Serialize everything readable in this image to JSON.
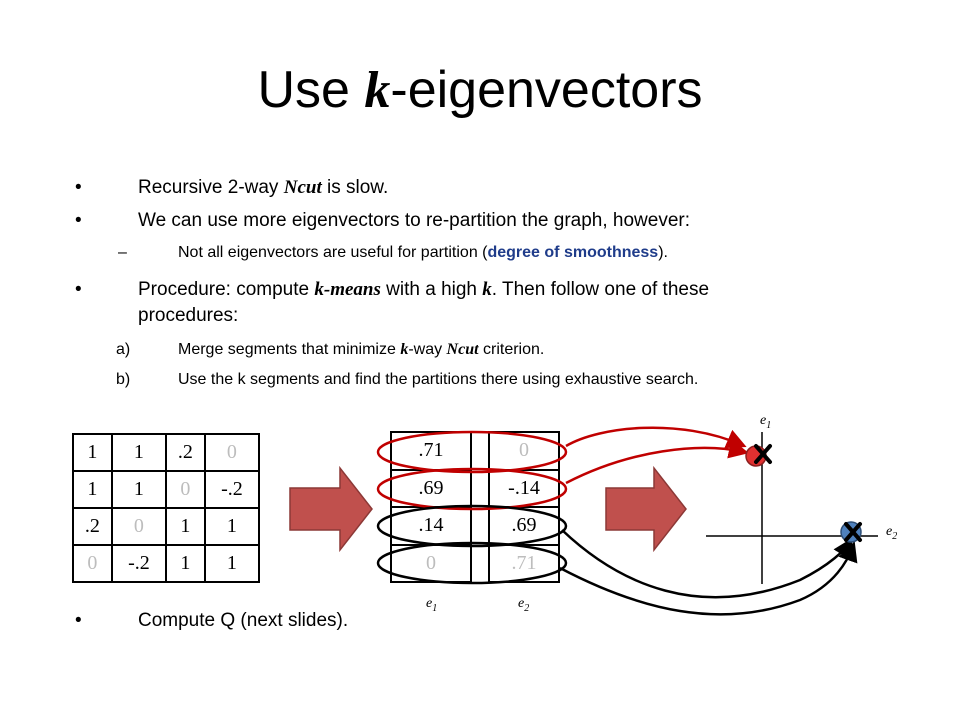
{
  "title": {
    "prefix": "Use ",
    "k": "k",
    "suffix": "-eigenvectors"
  },
  "bullets": {
    "b1": {
      "pre": "Recursive 2-way ",
      "ncut": "Ncut",
      "post": " is slow."
    },
    "b2": {
      "text": "We can use more eigenvectors to re-partition the graph, however:"
    },
    "b2_sub": {
      "dash": "–",
      "pre": "Not all eigenvectors are useful for partition (",
      "highlight": "degree of smoothness",
      "post": ")."
    },
    "b3": {
      "pre": "Procedure: compute ",
      "kmeans": "k-means",
      "mid": " with a high ",
      "k": "k",
      "post": ". Then follow one of these",
      "line2": "procedures:"
    },
    "b3_a": {
      "marker": "a)",
      "pre": "Merge segments that minimize ",
      "k": "k",
      "mid": "-way ",
      "ncut": "Ncut",
      "post": " criterion."
    },
    "b3_b": {
      "marker": "b)",
      "text": "Use the k segments and find the partitions there using exhaustive search."
    },
    "b4": {
      "text": "Compute Q (next slides)."
    }
  },
  "matrix": [
    [
      "1",
      "1",
      ".2",
      "0"
    ],
    [
      "1",
      "1",
      "0",
      "-.2"
    ],
    [
      ".2",
      "0",
      "1",
      "1"
    ],
    [
      "0",
      "-.2",
      "1",
      "1"
    ]
  ],
  "eigen_e1": [
    ".71",
    ".69",
    ".14",
    "0"
  ],
  "eigen_e2": [
    "0",
    "-.14",
    ".69",
    ".71"
  ],
  "labels": {
    "e": "e",
    "sub1": "1",
    "sub2": "2"
  },
  "colors": {
    "arrow_fill": "#c0504d",
    "curve_red": "#c00000",
    "blue_text": "#1f3c8a",
    "gray_cell": "#bdbdbd",
    "point_blue": "#4f81bd"
  }
}
